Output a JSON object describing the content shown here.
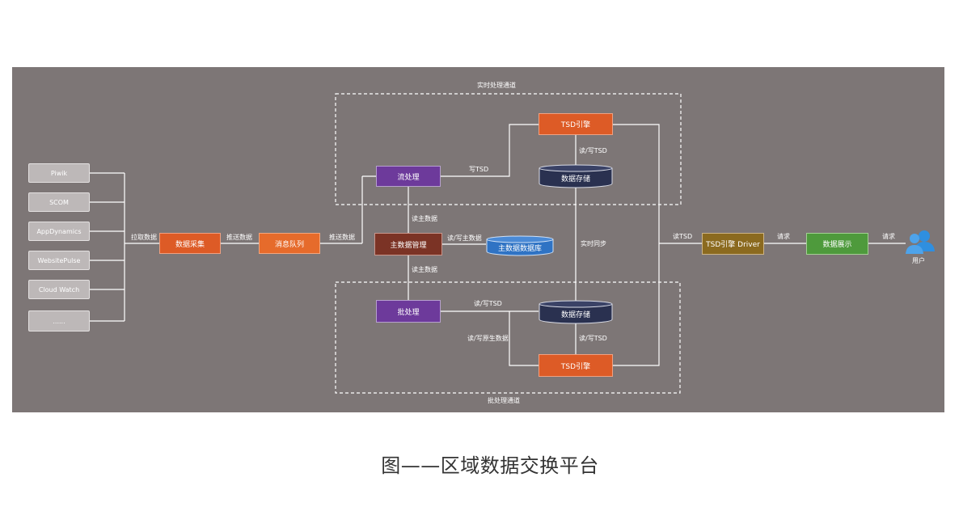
{
  "realtime_channel_label": "实时处理通道",
  "batch_channel_label": "批处理通道",
  "sources": [
    "Piwik",
    "SCOM",
    "AppDynamics",
    "WebsitePulse",
    "Cloud Watch",
    "......"
  ],
  "nodes": {
    "data_collection": "数据采集",
    "message_queue": "消息队列",
    "stream_processing": "流处理",
    "master_data_mgmt": "主数据管理",
    "master_database": "主数据数据库",
    "batch_processing": "批处理",
    "tsd_engine_top": "TSD引擎",
    "tsd_engine_bottom": "TSD引擎",
    "data_storage_top": "数据存储",
    "data_storage_bottom": "数据存储",
    "tsd_driver": "TSD引擎 Driver",
    "data_display": "数据展示",
    "user": "用户"
  },
  "edge_labels": {
    "pull_data": "拉取数据",
    "push_data_1": "推送数据",
    "push_data_2": "推送数据",
    "write_tsd": "写TSD",
    "read_write_tsd_top": "读/写TSD",
    "read_master_top": "读主数据",
    "read_write_master": "读/写主数据",
    "read_master_bottom": "读主数据",
    "realtime_sync": "实时同步",
    "read_write_tsd_batch": "读/写TSD",
    "read_write_raw": "读/写原生数据",
    "read_write_tsd_bottom": "读/写TSD",
    "read_tsd": "读TSD",
    "request_1": "请求",
    "request_2": "请求"
  },
  "caption": "图——区域数据交换平台",
  "colors": {
    "background": "#7d7676",
    "source_box": "#bdb8b8",
    "orange": "#dd5b26",
    "purple": "#6d3a9b",
    "brown": "#7b3325",
    "navy_cylinder": "#2a3150",
    "blue_cylinder": "#2f73c4",
    "olive": "#8b6a1f",
    "green": "#4e9a3c",
    "user_icon": "#2f8fe0"
  }
}
